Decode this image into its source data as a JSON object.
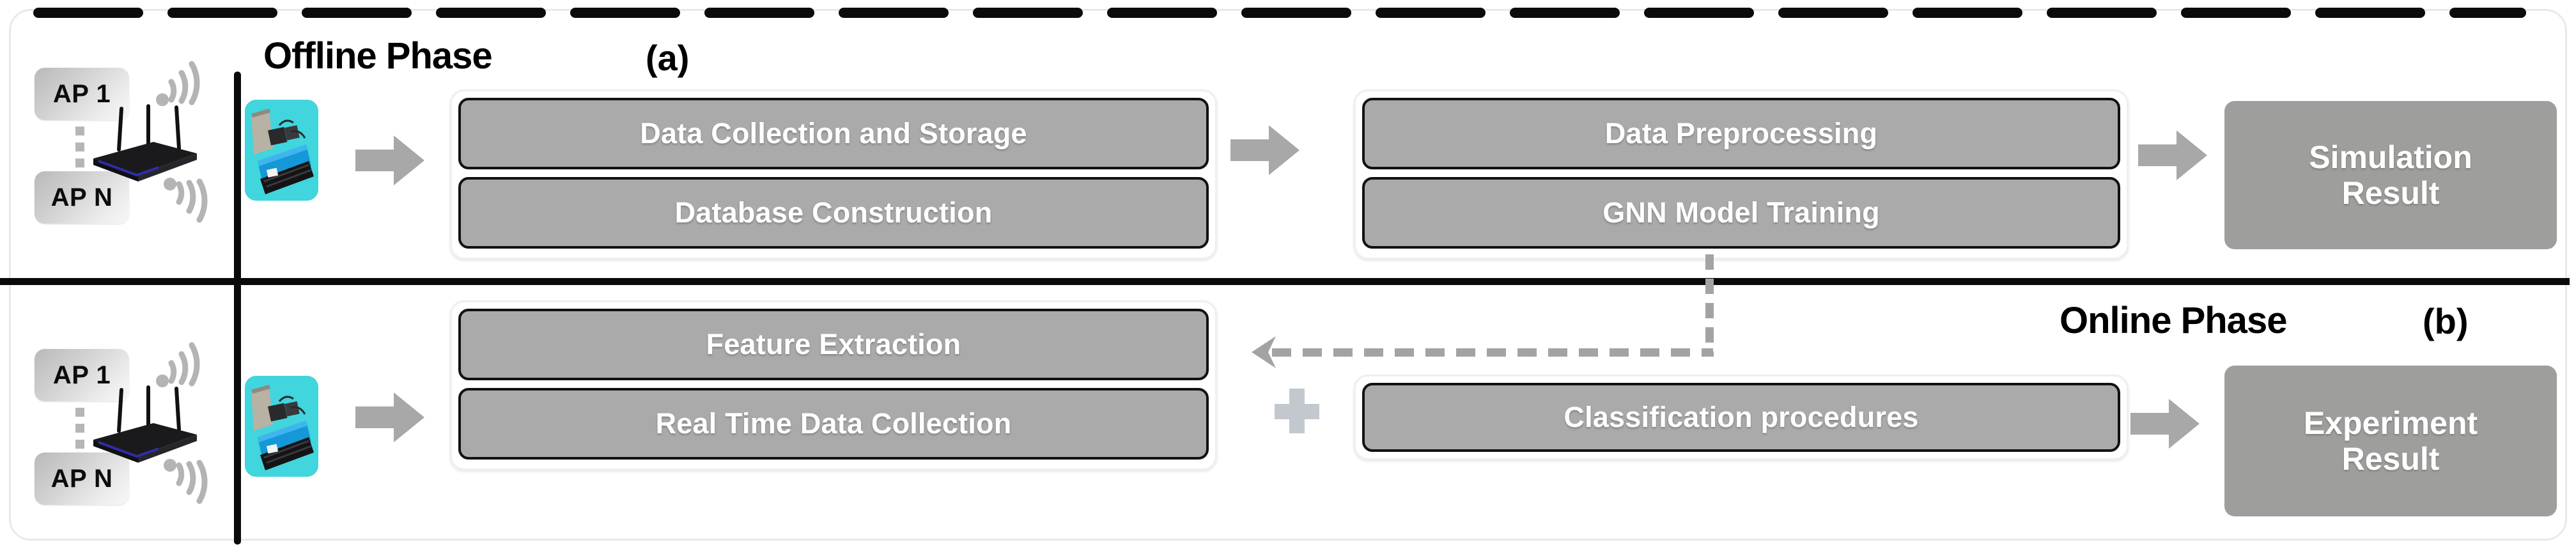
{
  "figure": {
    "title": "Offline / Online Phase GNN Localization Pipeline",
    "colors": {
      "pill_fill": "#aaaaaa",
      "pill_border": "#111111",
      "result_fill": "#9e9e9c",
      "arrow_grey": "#a8a8a8",
      "robot_tile_cyan": "#41d5dd",
      "divider_black": "#0a0a0a",
      "dashed_feedback": "#a3a3a3",
      "plus_grey": "#c3c8cf",
      "text_white": "#ffffff"
    }
  },
  "offline_phase": {
    "label": "Offline Phase",
    "tag": "(a)",
    "ap_cluster": {
      "first_label": "AP 1",
      "last_label": "AP N",
      "ellipsis_icon": "vertical-dots-icon",
      "router_icon": "wifi-router-icon",
      "signal_icon": "wifi-signal-icon"
    },
    "robot_icon": "tracked-robot-icon",
    "stage_one": {
      "items": [
        "Data Collection and Storage",
        "Database Construction"
      ]
    },
    "stage_two": {
      "items": [
        "Data Preprocessing",
        "GNN Model Training"
      ]
    },
    "result": {
      "line1": "Simulation",
      "line2": "Result"
    },
    "arrows": [
      "arrow-right-icon",
      "arrow-right-icon",
      "arrow-right-icon"
    ]
  },
  "online_phase": {
    "label": "Online Phase",
    "tag": "(b)",
    "ap_cluster": {
      "first_label": "AP 1",
      "last_label": "AP N",
      "ellipsis_icon": "vertical-dots-icon",
      "router_icon": "wifi-router-icon",
      "signal_icon": "wifi-signal-icon"
    },
    "robot_icon": "tracked-robot-icon",
    "stage_one": {
      "items": [
        "Feature Extraction",
        "Real Time Data Collection"
      ]
    },
    "combiner_icon": "plus-icon",
    "stage_two": {
      "items": [
        "Classification procedures"
      ]
    },
    "result": {
      "line1": "Experiment",
      "line2": "Result"
    },
    "arrows": [
      "arrow-right-icon",
      "arrow-right-icon"
    ]
  },
  "connectors": {
    "feedback": {
      "from": "GNN Model Training",
      "to": "Feature Extraction",
      "style": "dashed",
      "arrow_icon": "arrow-left-icon"
    },
    "top_boundary_style": "dashed",
    "phase_separator_style": "solid"
  }
}
